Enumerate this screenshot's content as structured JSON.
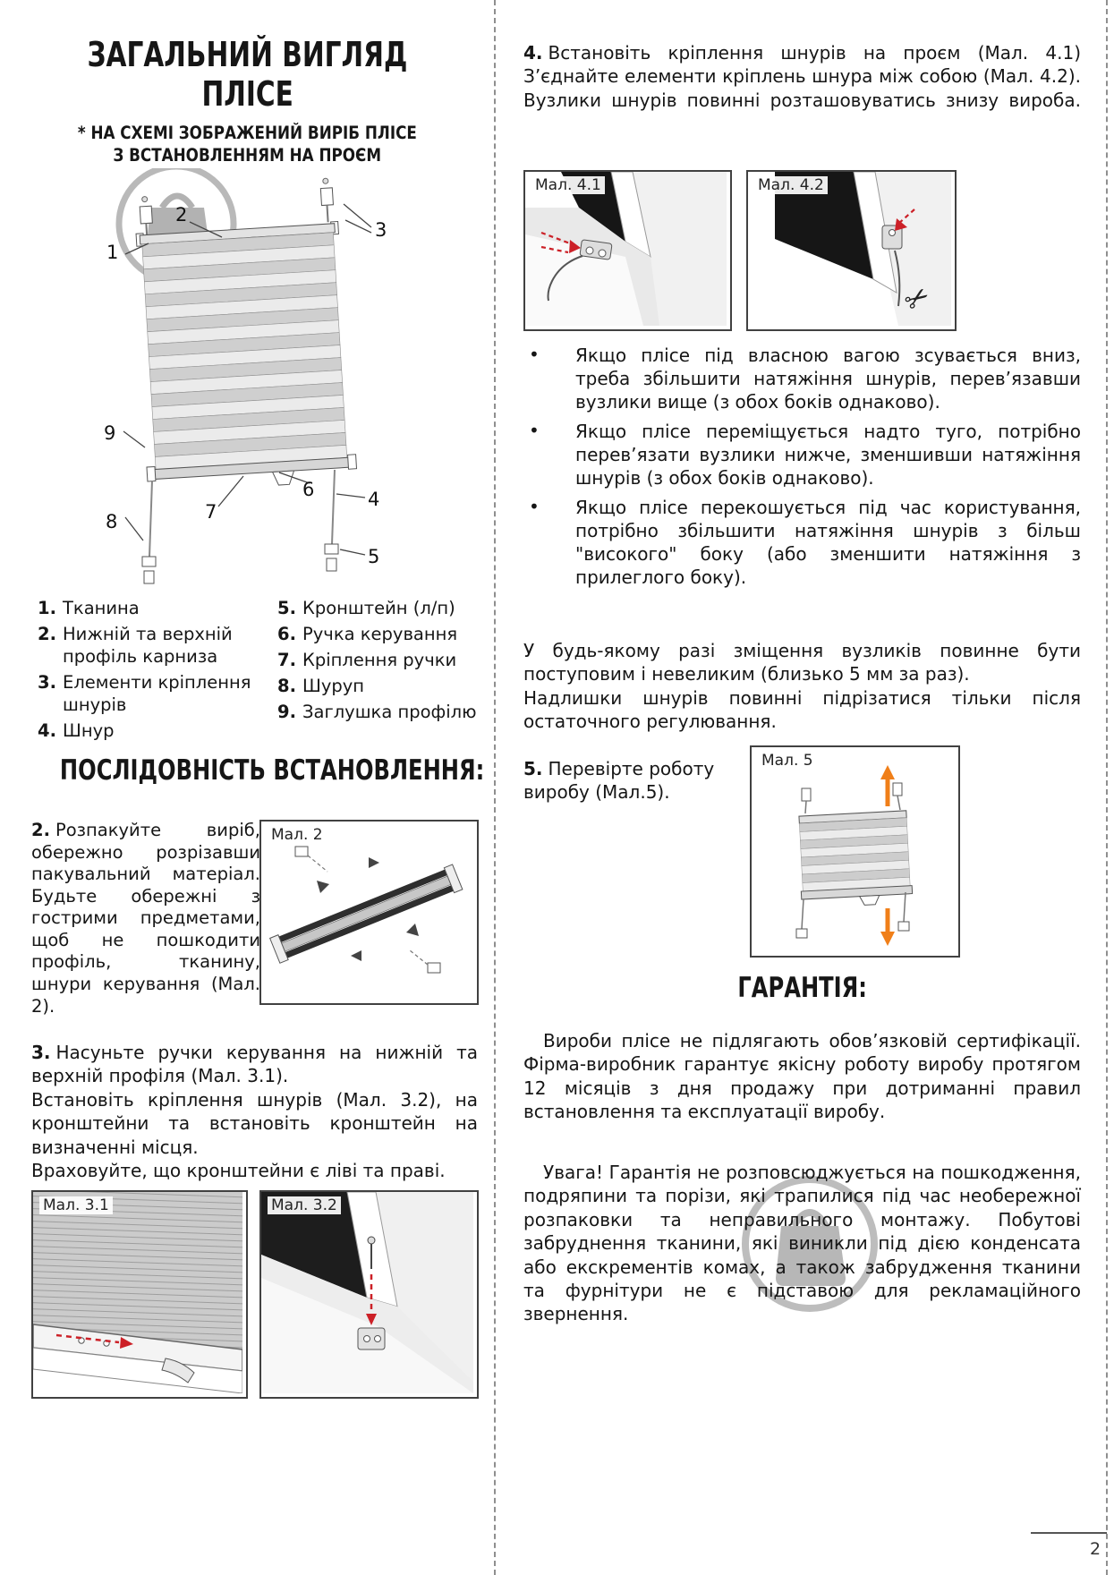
{
  "page": {
    "number": "2"
  },
  "colors": {
    "red_arrow": "#cc2027",
    "orange_arrow": "#f07f19",
    "watermark_gray": "#b7b7b7"
  },
  "icons": {
    "scissors": "✂"
  },
  "left": {
    "title": [
      "ЗАГАЛЬНИЙ ВИГЛЯД",
      "ПЛІСЕ"
    ],
    "subtitle": [
      "* НА СХЕМІ ЗОБРАЖЕНИЙ ВИРІБ ПЛІСЕ",
      "З ВСТАНОВЛЕННЯМ НА ПРОЄМ"
    ],
    "diagram": {
      "callouts": [
        "1",
        "2",
        "3",
        "4",
        "5",
        "6",
        "7",
        "8",
        "9"
      ]
    },
    "legend_col1": [
      {
        "num": "1.",
        "text": "Тканина"
      },
      {
        "num": "2.",
        "text": "Нижній та верхній профіль карниза"
      },
      {
        "num": "3.",
        "text": "Елементи кріплення шнурів"
      },
      {
        "num": "4.",
        "text": "Шнур"
      }
    ],
    "legend_col2": [
      {
        "num": "5.",
        "text": "Кронштейн (л/п)"
      },
      {
        "num": "6.",
        "text": "Ручка керування"
      },
      {
        "num": "7.",
        "text": "Кріплення ручки"
      },
      {
        "num": "8.",
        "text": "Шуруп"
      },
      {
        "num": "9.",
        "text": "Заглушка профілю"
      }
    ],
    "section_title": "ПОСЛІДОВНІСТЬ ВСТАНОВЛЕННЯ:",
    "step2": {
      "num": "2.",
      "text": "Розпакуйте виріб, обережно розрізавши пакувальний матеріал. Будьте обережні з гострими предметами, щоб не пошкодити профіль, тканину, шнури керування (Мал. 2)."
    },
    "fig2_label": "Мал. 2",
    "step3": {
      "num": "3.",
      "para1": "Насуньте ручки керування на нижній та верхній профіля (Мал. 3.1).",
      "para2": "Встановіть кріплення шнурів (Мал. 3.2), на кронштейни та встановіть кронштейн на визначенні місця.",
      "para3": "Враховуйте, що кронштейни є ліві та праві."
    },
    "fig31_label": "Мал. 3.1",
    "fig32_label": "Мал. 3.2"
  },
  "right": {
    "step4": {
      "num": "4.",
      "text": "Встановіть кріплення шнурів на проєм (Мал. 4.1) З’єднайте елементи кріплень шнура між собою (Мал. 4.2). Вузлики шнурів повинні розташовуватись знизу вироба."
    },
    "fig41_label": "Мал. 4.1",
    "fig42_label": "Мал. 4.2",
    "bullet_char": "•",
    "bullets": [
      "Якщо плісе під власною вагою зсувається вниз, треба збільшити натяжіння шнурів, перев’язавши вузлики вище (з обох боків однаково).",
      "Якщо плісе переміщується надто туго, потрібно перев’язати вузлики нижче, зменшивши натяжіння шнурів (з обох боків однаково).",
      "Якщо плісе перекошується під час користування, потрібно збільшити натяжіння шнурів з більш \"високого\" боку (або зменшити натяжіння з прилеглого боку)."
    ],
    "adjust_para1": "У будь-якому разі зміщення вузликів повинне бути поступовим і невеликим (близько 5 мм за раз).",
    "adjust_para2": "Надлишки шнурів повинні підрізатися тільки після остаточного регулювання.",
    "step5": {
      "num": "5.",
      "text": "Перевірте роботу виробу (Мал.5)."
    },
    "fig5_label": "Мал. 5",
    "warranty_title": "ГАРАНТІЯ:",
    "warranty_para1": "Вироби плісе не підлягають обов’язковій сертифікації. Фірма-виробник гарантує якісну роботу виробу протягом 12 місяців з дня продажу при дотриманні правил встановлення та експлуатації виробу.",
    "warranty_para2": "Увага! Гарантія не розповсюджується на пошкодження, подряпини та порізи, які трапилися під час необережної розпаковки та неправильного монтажу. Побутові забруднення тканини, які виникли під дією конденсата або екскрементів комах, а також забрудження тканини та фурнітури не є підставою для рекламаційного звернення."
  }
}
